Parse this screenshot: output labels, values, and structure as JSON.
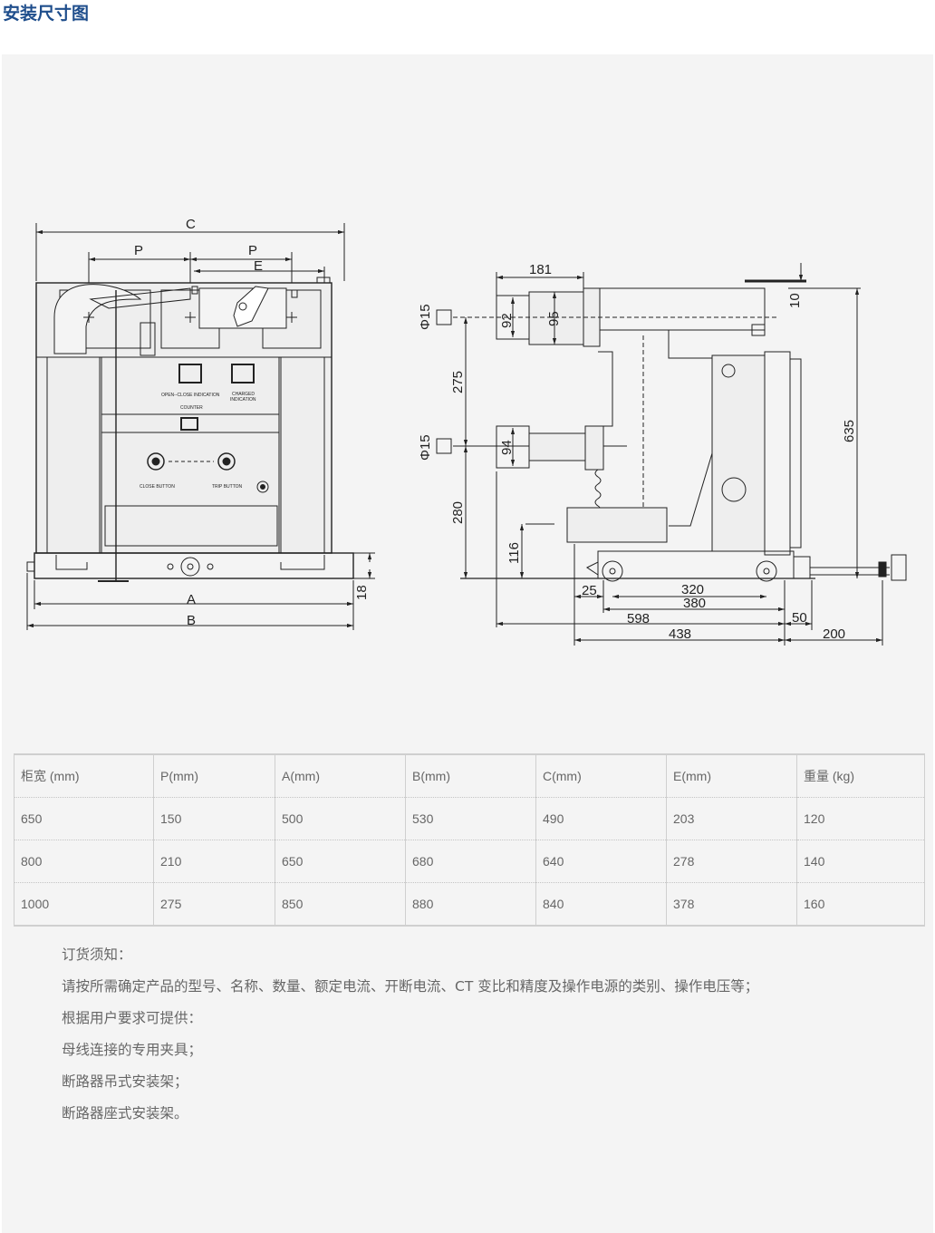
{
  "page": {
    "title": "安装尺寸图"
  },
  "drawing": {
    "front": {
      "C": "C",
      "P1": "P",
      "P2": "P",
      "E": "E",
      "A": "A",
      "B": "B",
      "dim18": "18",
      "open_close": "OPEN--CLOSE INDICATION",
      "charged1": "CHARGED",
      "charged2": "INDICATION",
      "counter": "COUNTER",
      "close_button": "CLOSE BUTTON",
      "trip_button": "TRIP BUTTON"
    },
    "side": {
      "d181": "181",
      "d10": "10",
      "d92": "92",
      "d95": "95",
      "phi15a": "Φ15",
      "d275": "275",
      "d635": "635",
      "phi15b": "Φ15",
      "d94": "94",
      "d280": "280",
      "d116": "116",
      "d25": "25",
      "d320": "320",
      "d380": "380",
      "d598": "598",
      "d50": "50",
      "d438": "438",
      "d200": "200"
    }
  },
  "table": {
    "headers": [
      "柜宽 (mm)",
      "P(mm)",
      "A(mm)",
      "B(mm)",
      "C(mm)",
      "E(mm)",
      "重量 (kg)"
    ],
    "rows": [
      [
        "650",
        "150",
        "500",
        "530",
        "490",
        "203",
        "120"
      ],
      [
        "800",
        "210",
        "650",
        "680",
        "640",
        "278",
        "140"
      ],
      [
        "1000",
        "275",
        "850",
        "880",
        "840",
        "378",
        "160"
      ]
    ]
  },
  "notes": {
    "heading": "订货须知：",
    "line1": "请按所需确定产品的型号、名称、数量、额定电流、开断电流、CT 变比和精度及操作电源的类别、操作电压等；",
    "line2": "根据用户要求可提供：",
    "line3": "母线连接的专用夹具；",
    "line4": "断路器吊式安装架；",
    "line5": "断路器座式安装架。"
  }
}
